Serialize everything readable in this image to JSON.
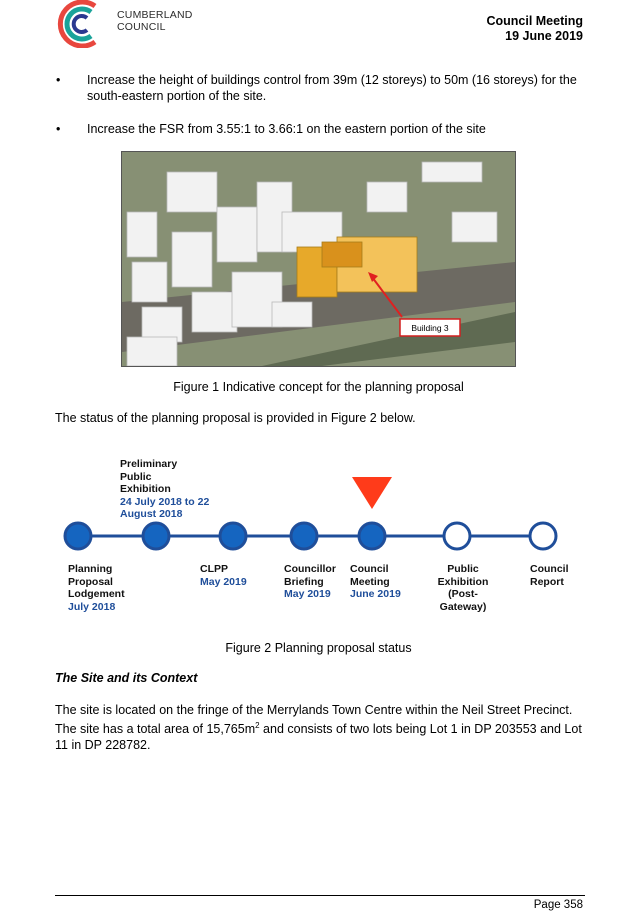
{
  "header": {
    "logo_line1": "CUMBERLAND",
    "logo_line2": "COUNCIL",
    "meeting_title": "Council Meeting",
    "meeting_date": "19 June 2019"
  },
  "bullets": [
    {
      "symbol": "•",
      "text": "Increase the height of buildings control from 39m (12 storeys) to 50m (16 storeys) for the south-eastern portion of the site."
    },
    {
      "symbol": "•",
      "text": "Increase the FSR from 3.55:1 to 3.66:1 on the eastern portion of the site"
    }
  ],
  "figure1": {
    "callout": "Building 3",
    "caption": "Figure 1 Indicative concept for the planning proposal"
  },
  "status_intro": "The status of the planning proposal is provided in Figure 2 below.",
  "timeline": {
    "colors": {
      "filled": "#1565c0",
      "empty": "#ffffff",
      "line": "#1f4e9a",
      "marker": "#ff3b1a"
    },
    "top_label": {
      "title": "Preliminary Public Exhibition",
      "date": "24 July 2018 to 22 August 2018"
    },
    "nodes": [
      {
        "title": "Planning Proposal Lodgement",
        "date": "July 2018",
        "filled": true
      },
      {
        "title": "",
        "date": "",
        "filled": true
      },
      {
        "title": "CLPP",
        "date": "May 2019",
        "filled": true
      },
      {
        "title": "Councillor Briefing",
        "date": "May 2019",
        "filled": true
      },
      {
        "title": "Council Meeting",
        "date": "June 2019",
        "filled": true
      },
      {
        "title": "Public Exhibition (Post-Gateway)",
        "date": "",
        "filled": false
      },
      {
        "title": "Council Report",
        "date": "",
        "filled": false
      }
    ],
    "current_index": 4
  },
  "figure2_caption": "Figure 2 Planning proposal status",
  "section_heading": "The Site and its Context",
  "paragraph": {
    "before_sup": "The site is located on the fringe of the Merrylands Town Centre within the Neil Street Precinct. The site has a total area of 15,765m",
    "sup": "2",
    "after_sup": " and consists of two lots being Lot 1 in DP 203553 and Lot 11 in DP 228782."
  },
  "footer": {
    "page": "Page 358"
  }
}
